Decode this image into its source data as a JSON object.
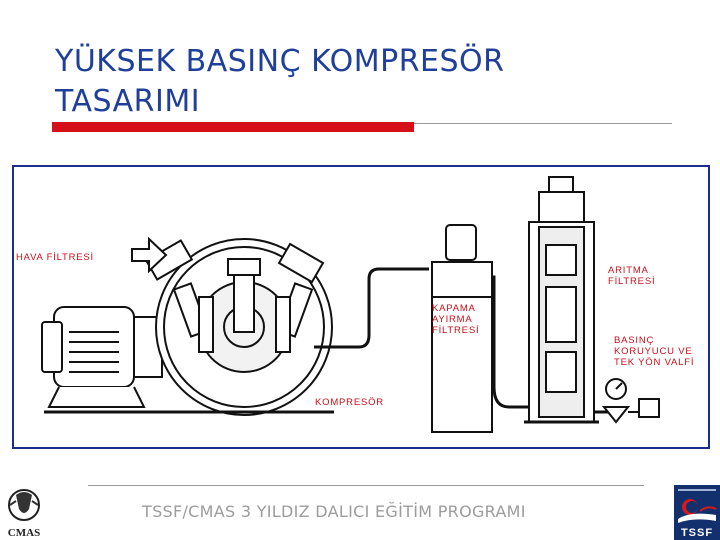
{
  "slide": {
    "title_line1": "YÜKSEK BASINÇ  KOMPRESÖR",
    "title_line2": "TASARIMI"
  },
  "diagram": {
    "labels": {
      "hava_filtresi": "HAVA FİLTRESİ",
      "aritma_filtresi": "ARITMA\nFİLTRESİ",
      "kapama_ayirma_filtresi": "KAPAMA\nAYIRMA\nFİLTRESİ",
      "basinc_koruyucu": "BASINÇ\nKORUYUCU VE\nTEK YÖN VALFİ",
      "kompresor": "KOMPRESÖR"
    }
  },
  "footer": {
    "program": "TSSF/CMAS 3 YILDIZ DALICI EĞİTİM PROGRAMI",
    "tssf_logo_text": "TSSF",
    "cmas_logo_text": "CMAS"
  },
  "colors": {
    "title": "#1f3f9a",
    "accent_bar": "#d6101a",
    "frame": "#1d2d8c",
    "label": "#c8101a",
    "footer_text": "#9c9c9c"
  }
}
